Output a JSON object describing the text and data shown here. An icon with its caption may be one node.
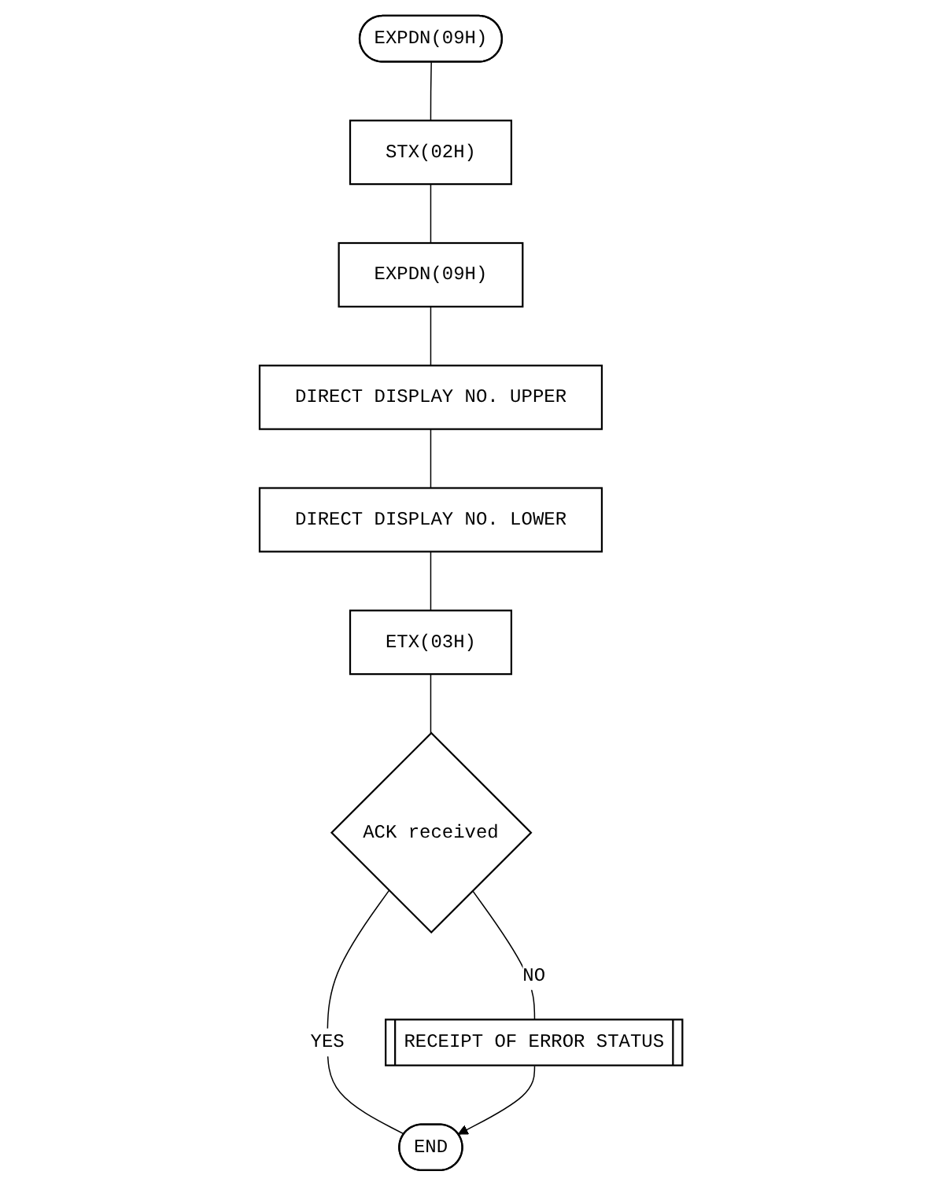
{
  "diagram": {
    "nodes": [
      {
        "text": [
          "EXPDN(09H)"
        ]
      },
      {
        "text": [
          "STX(02H)"
        ]
      },
      {
        "text": [
          "EXPDN(09H)"
        ]
      },
      {
        "text": [
          "DIRECT DISPLAY NO. UPPER"
        ]
      },
      {
        "text": [
          "DIRECT DISPLAY NO. LOWER"
        ]
      },
      {
        "text": [
          "ETX(03H)"
        ]
      },
      {
        "text": [
          "ACK received"
        ]
      },
      {
        "text": [
          "RECEIPT OF ERROR STATUS"
        ]
      },
      {
        "text": [
          "END"
        ]
      }
    ],
    "edges": [
      {
        "from": 0,
        "to": 1,
        "arrow": "none"
      },
      {
        "from": 1,
        "to": 2,
        "arrow": "none"
      },
      {
        "from": 2,
        "to": 3,
        "arrow": "none"
      },
      {
        "from": 3,
        "to": 4,
        "arrow": "none"
      },
      {
        "from": 4,
        "to": 5,
        "arrow": "none"
      },
      {
        "from": 5,
        "to": 6,
        "arrow": "none"
      },
      {
        "from": 6,
        "to": 7,
        "arrow": "none",
        "label": "NO"
      },
      {
        "from": 6,
        "to": 8,
        "arrow": "none",
        "label": "YES"
      },
      {
        "from": 7,
        "to": 8,
        "arrow": "to"
      }
    ]
  }
}
